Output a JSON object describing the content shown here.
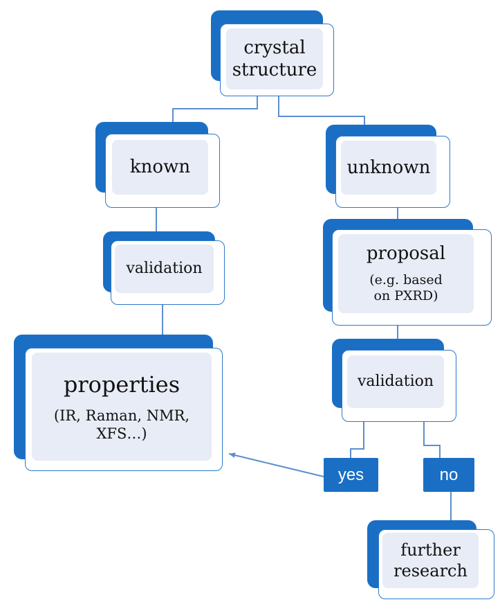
{
  "colors": {
    "accent": "#1a6fc4",
    "box_fill": "#e8ecf6",
    "box_border": "#2c78c8",
    "connector": "#5b8fd0"
  },
  "nodes": {
    "crystal_structure": {
      "line1": "crystal",
      "line2": "structure"
    },
    "known": {
      "label": "known"
    },
    "unknown": {
      "label": "unknown"
    },
    "validation_left": {
      "label": "validation"
    },
    "proposal": {
      "label": "proposal",
      "note_line1": "(e.g. based",
      "note_line2": "on PXRD)"
    },
    "validation_right": {
      "label": "validation"
    },
    "properties": {
      "label": "properties",
      "note_line1": "(IR, Raman, NMR,",
      "note_line2": "XFS…)"
    },
    "further_research": {
      "line1": "further",
      "line2": "research"
    }
  },
  "tags": {
    "yes": "yes",
    "no": "no"
  }
}
